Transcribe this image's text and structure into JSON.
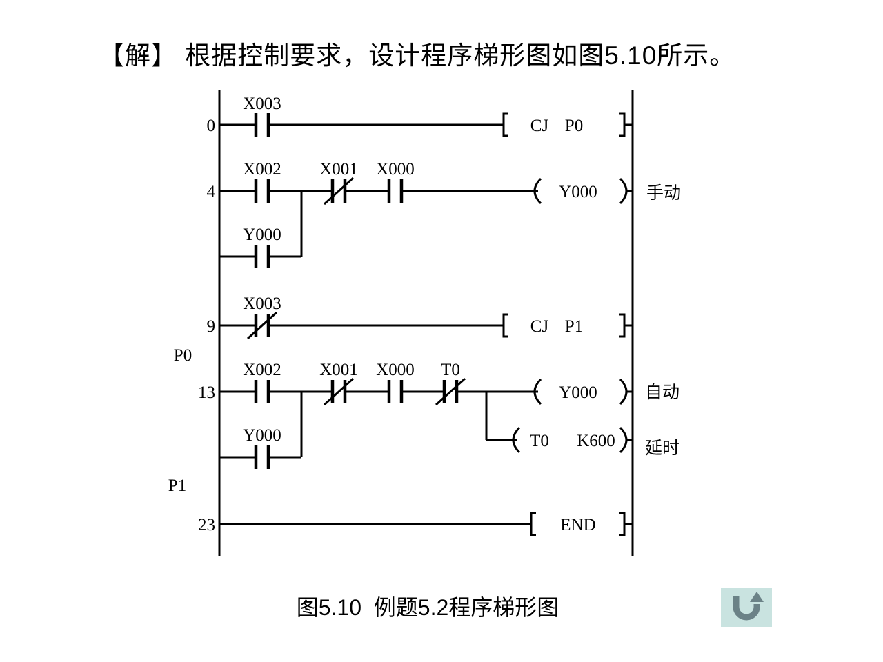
{
  "slide": {
    "title": "【解】 根据控制要求，设计程序梯形图如图5.10所示。",
    "caption": "图5.10  例题5.2程序梯形图",
    "background_color": "#ffffff",
    "diagram_line_color": "#000000"
  },
  "ladder": {
    "rung0": {
      "step": "0",
      "contact": {
        "label": "X003",
        "type": "NO"
      },
      "instruction": {
        "op": "CJ",
        "operand": "P0"
      }
    },
    "rung4": {
      "step": "4",
      "contact1": {
        "label": "X002",
        "type": "NO"
      },
      "contact2": {
        "label": "X001",
        "type": "NC"
      },
      "contact3": {
        "label": "X000",
        "type": "NO"
      },
      "branch_contact": {
        "label": "Y000",
        "type": "NO"
      },
      "coil": {
        "label": "Y000"
      },
      "annotation": "手动"
    },
    "rung9": {
      "step": "9",
      "contact": {
        "label": "X003",
        "type": "NC"
      },
      "instruction": {
        "op": "CJ",
        "operand": "P1"
      }
    },
    "pointer_p0": "P0",
    "rung13": {
      "step": "13",
      "contact1": {
        "label": "X002",
        "type": "NO"
      },
      "contact2": {
        "label": "X001",
        "type": "NC"
      },
      "contact3": {
        "label": "X000",
        "type": "NO"
      },
      "contact4": {
        "label": "T0",
        "type": "NC"
      },
      "branch_contact": {
        "label": "Y000",
        "type": "NO"
      },
      "coil": {
        "label": "Y000"
      },
      "annotation": "自动",
      "timer_coil": {
        "label": "T0",
        "preset": "K600"
      },
      "timer_annotation": "延时"
    },
    "pointer_p1": "P1",
    "rung23": {
      "step": "23",
      "instruction": {
        "op": "END"
      }
    }
  },
  "return_button": {
    "bg_color": "#c9e3e0",
    "arrow_color": "#6b8287"
  }
}
